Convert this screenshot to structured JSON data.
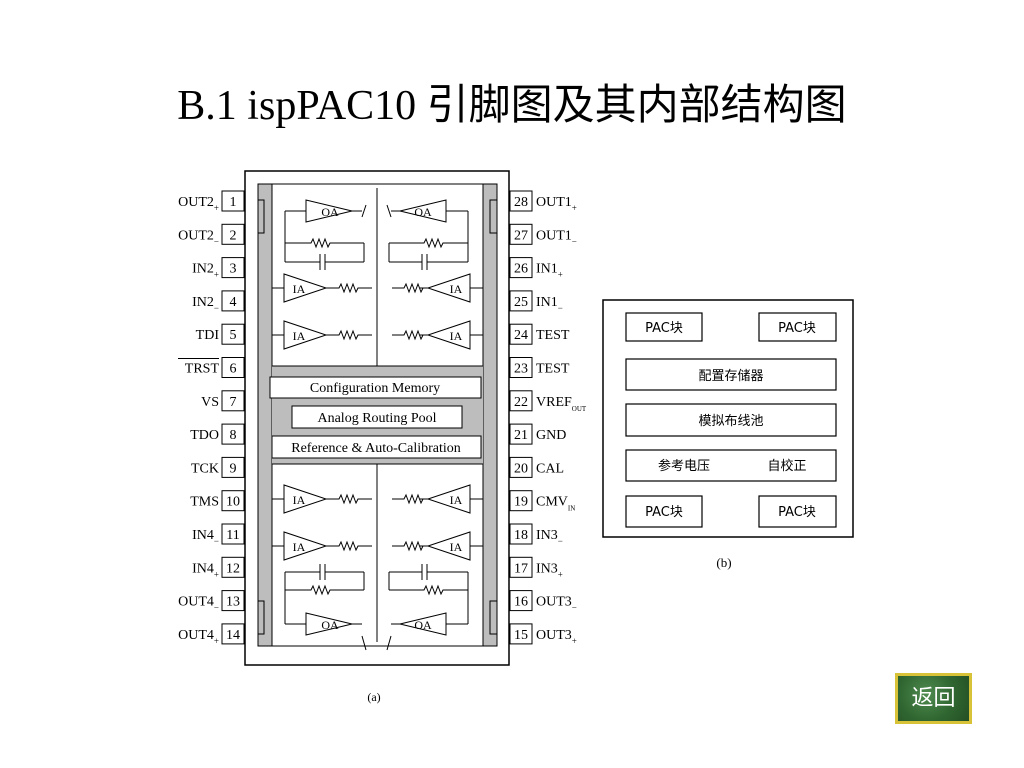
{
  "title": "B.1  ispPAC10 引脚图及其内部结构图",
  "left_pins": [
    {
      "num": "1",
      "label": "OUT2",
      "sub": "+",
      "overline": false
    },
    {
      "num": "2",
      "label": "OUT2",
      "sub": "−",
      "overline": false
    },
    {
      "num": "3",
      "label": "IN2",
      "sub": "+",
      "overline": false
    },
    {
      "num": "4",
      "label": "IN2",
      "sub": "−",
      "overline": false
    },
    {
      "num": "5",
      "label": "TDI",
      "sub": "",
      "overline": false
    },
    {
      "num": "6",
      "label": "TRST",
      "sub": "",
      "overline": true
    },
    {
      "num": "7",
      "label": "VS",
      "sub": "",
      "overline": false
    },
    {
      "num": "8",
      "label": "TDO",
      "sub": "",
      "overline": false
    },
    {
      "num": "9",
      "label": "TCK",
      "sub": "",
      "overline": false
    },
    {
      "num": "10",
      "label": "TMS",
      "sub": "",
      "overline": false
    },
    {
      "num": "11",
      "label": "IN4",
      "sub": "−",
      "overline": false
    },
    {
      "num": "12",
      "label": "IN4",
      "sub": "+",
      "overline": false
    },
    {
      "num": "13",
      "label": "OUT4",
      "sub": "−",
      "overline": false
    },
    {
      "num": "14",
      "label": "OUT4",
      "sub": "+",
      "overline": false
    }
  ],
  "right_pins": [
    {
      "num": "28",
      "label": "OUT1",
      "sub": "+"
    },
    {
      "num": "27",
      "label": "OUT1",
      "sub": "−"
    },
    {
      "num": "26",
      "label": "IN1",
      "sub": "+"
    },
    {
      "num": "25",
      "label": "IN1",
      "sub": "−"
    },
    {
      "num": "24",
      "label": "TEST",
      "sub": ""
    },
    {
      "num": "23",
      "label": "TEST",
      "sub": ""
    },
    {
      "num": "22",
      "label": "VREF",
      "sub": "OUT"
    },
    {
      "num": "21",
      "label": "GND",
      "sub": ""
    },
    {
      "num": "20",
      "label": "CAL",
      "sub": ""
    },
    {
      "num": "19",
      "label": "CMV",
      "sub": "IN"
    },
    {
      "num": "18",
      "label": "IN3",
      "sub": "−"
    },
    {
      "num": "17",
      "label": "IN3",
      "sub": "+"
    },
    {
      "num": "16",
      "label": "OUT3",
      "sub": "−"
    },
    {
      "num": "15",
      "label": "OUT3",
      "sub": "+"
    }
  ],
  "chip": {
    "config_memory": "Configuration Memory",
    "analog_routing": "Analog Routing Pool",
    "reference": "Reference & Auto-Calibration",
    "oa": "OA",
    "ia": "IA",
    "caption": "(a)"
  },
  "block_diagram": {
    "pac_block": "PAC块",
    "config_mem": "配置存储器",
    "analog_routing": "模拟布线池",
    "ref_voltage": "参考电压",
    "self_cal": "自校正",
    "caption": "(b)"
  },
  "back_button": "返回"
}
